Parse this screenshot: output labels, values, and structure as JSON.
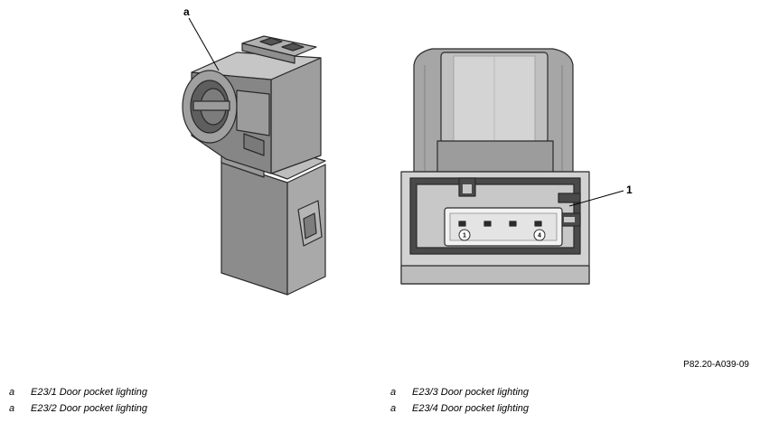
{
  "callouts": {
    "a": "a",
    "one": "1"
  },
  "pins": {
    "first": "1",
    "last": "4"
  },
  "figure_id": "P82.20-A039-09",
  "legend": [
    {
      "key": "a",
      "text": "E23/1 Door pocket lighting"
    },
    {
      "key": "a",
      "text": "E23/2 Door pocket lighting"
    },
    {
      "key": "a",
      "text": "E23/3 Door pocket lighting"
    },
    {
      "key": "a",
      "text": "E23/4 Door pocket lighting"
    }
  ]
}
